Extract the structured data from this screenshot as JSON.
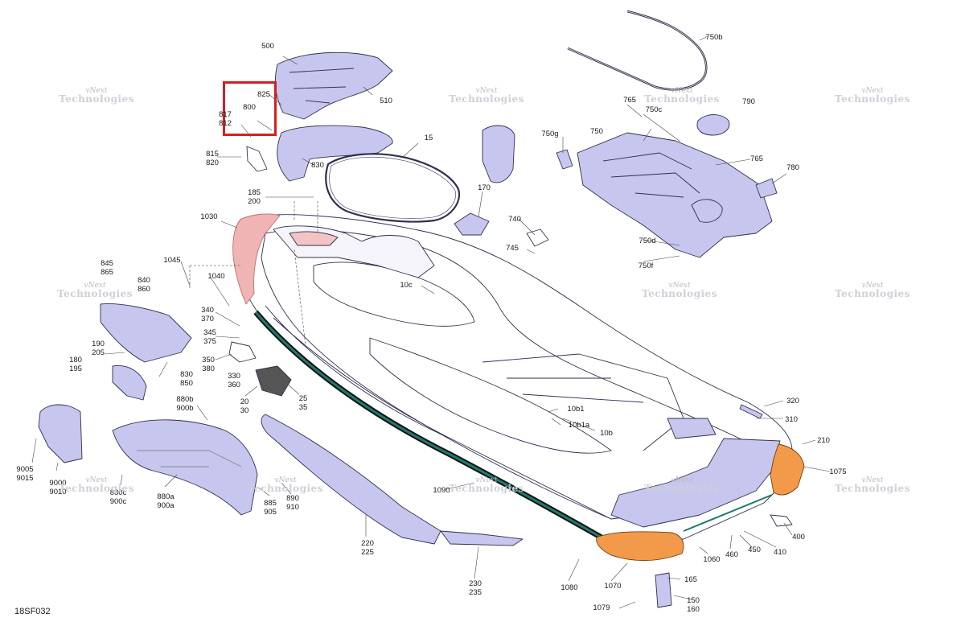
{
  "figure": {
    "code": "18SF032"
  },
  "watermark": {
    "line1": "vNext",
    "line2": "Technologies"
  },
  "colors": {
    "part_fill": "#c6c6ee",
    "part_stroke": "#303050",
    "bumper_fill": "#f29a4a",
    "rub_strip": "#1d7a6e",
    "pink_section": "#f0b4b4",
    "highlight": "#d42020"
  },
  "labels": [
    {
      "text": "500"
    },
    {
      "text": "510"
    },
    {
      "text": "825"
    },
    {
      "text": "817\n812"
    },
    {
      "text": "800"
    },
    {
      "text": "830"
    },
    {
      "text": "815\n820"
    },
    {
      "text": "185\n200"
    },
    {
      "text": "15"
    },
    {
      "text": "750b"
    },
    {
      "text": "765"
    },
    {
      "text": "750c"
    },
    {
      "text": "790"
    },
    {
      "text": "750g"
    },
    {
      "text": "750"
    },
    {
      "text": "765"
    },
    {
      "text": "780"
    },
    {
      "text": "170"
    },
    {
      "text": "740"
    },
    {
      "text": "745"
    },
    {
      "text": "750d"
    },
    {
      "text": "750f"
    },
    {
      "text": "1030"
    },
    {
      "text": "1045"
    },
    {
      "text": "845\n865"
    },
    {
      "text": "840\n860"
    },
    {
      "text": "1040"
    },
    {
      "text": "340\n370"
    },
    {
      "text": "345\n375"
    },
    {
      "text": "350\n380"
    },
    {
      "text": "190\n205"
    },
    {
      "text": "180\n195"
    },
    {
      "text": "830\n850"
    },
    {
      "text": "330\n360"
    },
    {
      "text": "20\n30"
    },
    {
      "text": "25\n35"
    },
    {
      "text": "10c"
    },
    {
      "text": "880b\n900b"
    },
    {
      "text": "10b1"
    },
    {
      "text": "10b1a"
    },
    {
      "text": "10b"
    },
    {
      "text": "320"
    },
    {
      "text": "310"
    },
    {
      "text": "210"
    },
    {
      "text": "1075"
    },
    {
      "text": "9005\n9015"
    },
    {
      "text": "9000\n9010"
    },
    {
      "text": "880c\n900c"
    },
    {
      "text": "880a\n900a"
    },
    {
      "text": "885\n905"
    },
    {
      "text": "890\n910"
    },
    {
      "text": "1090"
    },
    {
      "text": "220\n225"
    },
    {
      "text": "230\n235"
    },
    {
      "text": "400"
    },
    {
      "text": "410"
    },
    {
      "text": "450"
    },
    {
      "text": "460"
    },
    {
      "text": "1060"
    },
    {
      "text": "1080"
    },
    {
      "text": "1070"
    },
    {
      "text": "165"
    },
    {
      "text": "150\n160"
    },
    {
      "text": "1079"
    }
  ]
}
